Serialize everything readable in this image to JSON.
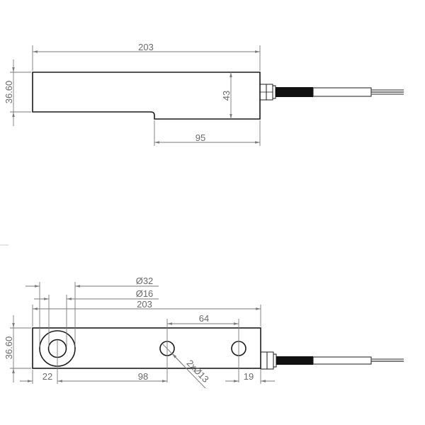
{
  "views": {
    "side": {
      "length_label": "203",
      "height_label": "36.60",
      "full_height_label": "43",
      "step_length_label": "95"
    },
    "top": {
      "outer_bore_label": "Ø32",
      "inner_bore_label": "Ø16",
      "length_label": "203",
      "hole_spacing_label": "64",
      "height_label": "36.60",
      "bore_offset_label": "22",
      "hole_offset_label": "98",
      "end_offset_label": "19",
      "hole_callout_label": "2xØ13"
    }
  },
  "colors": {
    "outline": "#1a1a1a",
    "dimension": "#7a7a7a",
    "cable_jacket": "#111111",
    "background": "#ffffff"
  }
}
